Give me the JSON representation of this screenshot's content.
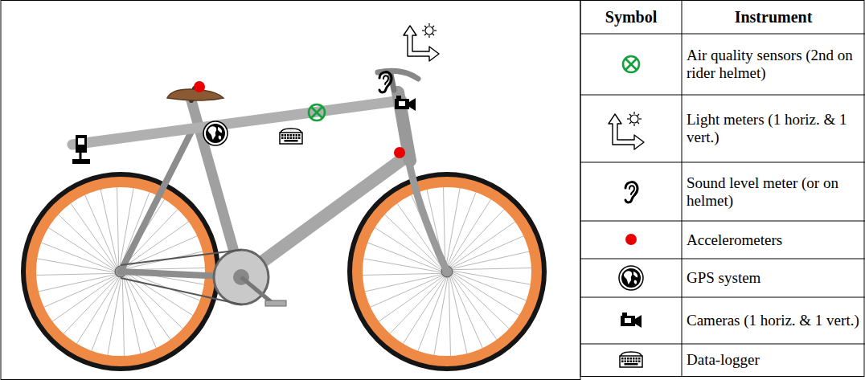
{
  "diagram": {
    "labels": [
      "Symbol",
      "Instrument"
    ],
    "legend": [
      {
        "text": "Air quality sensors (2nd on rider helmet)"
      },
      {
        "text": "Light meters (1 horiz. & 1 vert.)"
      },
      {
        "text": "Sound level meter (or on helmet)"
      },
      {
        "text": "Accelerometers"
      },
      {
        "text": "GPS system"
      },
      {
        "text": "Cameras (1 horiz. & 1 vert.)"
      },
      {
        "text": "Data-logger"
      }
    ]
  }
}
